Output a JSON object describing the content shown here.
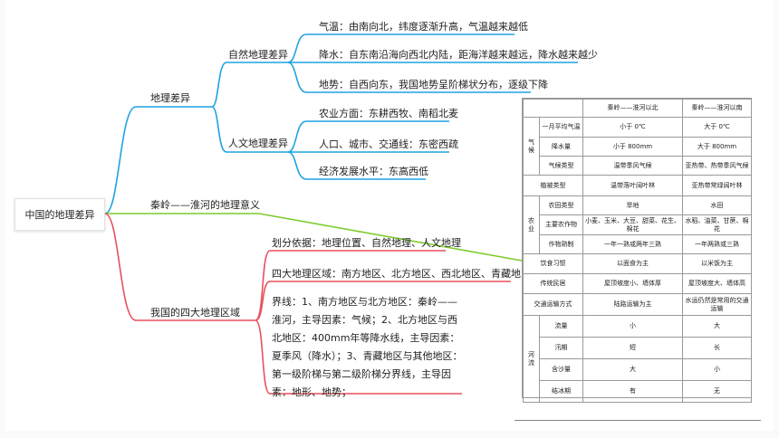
{
  "mindmap": {
    "root": "中国的地理差异",
    "geo_diff": "地理差异",
    "natural": "自然地理差异",
    "n1": "气温：由南向北，纬度逐渐升高，气温越来越低",
    "n2": "降水：自东南沿海向西北内陆，距海洋越来越远，降水越来越少",
    "n3": "地势：自西向东，我国地势呈阶梯状分布，逐级下降",
    "human": "人文地理差异",
    "h1": "农业方面：东耕西牧、南稻北麦",
    "h2": "人口、城市、交通线：东密西疏",
    "h3": "经济发展水平：东高西低",
    "qinling": "秦岭——淮河的地理意义",
    "four": "我国的四大地理区域",
    "f1": "划分依据：地理位置、自然地理、人文地理",
    "f2": "四大地理区域：南方地区、北方地区、西北地区、青藏地区",
    "f3": "界线：1、南方地区与北方地区：秦岭——淮河，主导因素：气候；2、北方地区与西北地区：400mm年等降水线，主导因素：夏季风（降水）；3、青藏地区与其他地区：第一级阶梯与第二级阶梯分界线，主导因素：地形、地势；",
    "colors": {
      "blue": "#1fa3e0",
      "green": "#7ccc2c",
      "red": "#e8505b"
    }
  },
  "table": {
    "header_north": "秦岭——淮河以北",
    "header_south": "秦岭——淮河以南",
    "climate": "气候",
    "jan_temp": "一月平均气温",
    "jan_n": "小于 0℃",
    "jan_s": "大于 0℃",
    "precip": "降水量",
    "precip_n": "小于 800mm",
    "precip_s": "大于 800mm",
    "ctype": "气候类型",
    "ctype_n": "温带季风气候",
    "ctype_s": "亚热带、热带季风气候",
    "veg": "植被类型",
    "veg_n": "温带落叶阔叶林",
    "veg_s": "亚热带常绿阔叶林",
    "agri": "农业",
    "farm": "农田类型",
    "farm_n": "旱地",
    "farm_s": "水田",
    "crops": "主要农作物",
    "crops_n": "小麦、玉米、大豆、甜菜、花生、棉花",
    "crops_s": "水稻、油菜、甘蔗、棉花",
    "mature": "作物熟制",
    "mature_n": "一年一熟或两年三熟",
    "mature_s": "一年两熟或三熟",
    "diet": "饮食习惯",
    "diet_n": "以面食为主",
    "diet_s": "以米饭为主",
    "house": "传统民居",
    "house_n": "屋顶坡度小、墙体厚",
    "house_s": "屋顶坡度大、墙体高",
    "transport": "交通运输方式",
    "transport_n": "陆路运输为主",
    "transport_s": "水运仍然是常用的交通运输",
    "river": "河流",
    "flow": "流量",
    "flow_n": "小",
    "flow_s": "大",
    "flood": "汛期",
    "flood_n": "短",
    "flood_s": "长",
    "sand": "含沙量",
    "sand_n": "大",
    "sand_s": "小",
    "ice": "结冰期",
    "ice_n": "有",
    "ice_s": "无"
  }
}
